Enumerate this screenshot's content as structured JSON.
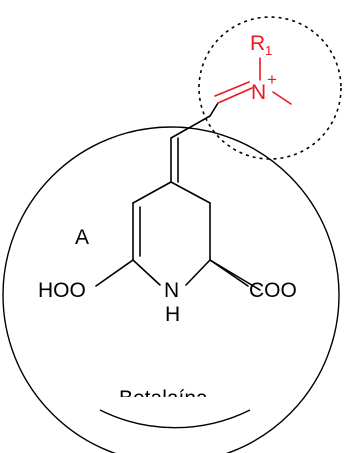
{
  "molecule": {
    "region_label": "A",
    "name": "Betalaína",
    "left_group": "HOO",
    "right_group": "COO",
    "nitrogen": "N",
    "hydrogen": "H",
    "iminium_nitrogen": "N",
    "iminium_charge": "+",
    "substituent": "R",
    "substituent_index": "1"
  },
  "colors": {
    "structure": "#000000",
    "highlight": "#e8191f"
  }
}
